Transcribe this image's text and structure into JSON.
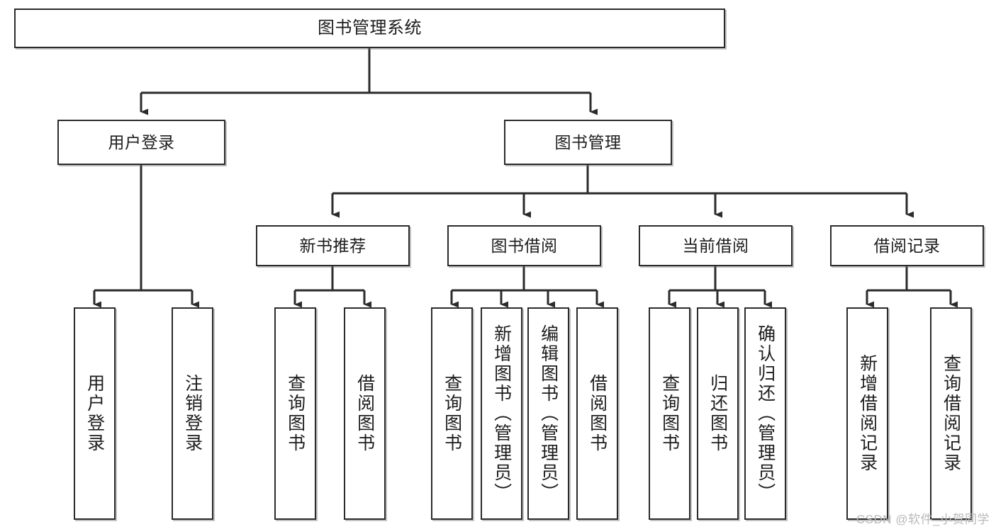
{
  "diagram": {
    "type": "tree-hierarchy-diagram",
    "title": "图书管理系统",
    "watermark": "CSDN @软件_小贺同学",
    "colors": {
      "box_border": "#2b2b2b",
      "box_fill": "#ffffff",
      "connector": "#2b2b2b",
      "text": "#1d1d1d",
      "watermark": "#b9b9b9"
    },
    "levels": {
      "root": {
        "label": "图书管理系统"
      },
      "level2": [
        {
          "label": "用户登录"
        },
        {
          "label": "图书管理"
        }
      ],
      "level3": [
        {
          "label": "新书推荐"
        },
        {
          "label": "图书借阅"
        },
        {
          "label": "当前借阅"
        },
        {
          "label": "借阅记录"
        }
      ],
      "leaves": {
        "user_login": [
          {
            "label": "用户登录"
          },
          {
            "label": "注销登录"
          }
        ],
        "new_book_recommend": [
          {
            "label": "查询图书"
          },
          {
            "label": "借阅图书"
          }
        ],
        "book_borrow": [
          {
            "label": "查询图书"
          },
          {
            "label": "新增图书（管理员）"
          },
          {
            "label": "编辑图书（管理员）"
          },
          {
            "label": "借阅图书"
          }
        ],
        "current_borrow": [
          {
            "label": "查询图书"
          },
          {
            "label": "归还图书"
          },
          {
            "label": "确认归还（管理员）"
          }
        ],
        "borrow_record": [
          {
            "label": "新增借阅记录"
          },
          {
            "label": "查询借阅记录"
          }
        ]
      }
    }
  }
}
